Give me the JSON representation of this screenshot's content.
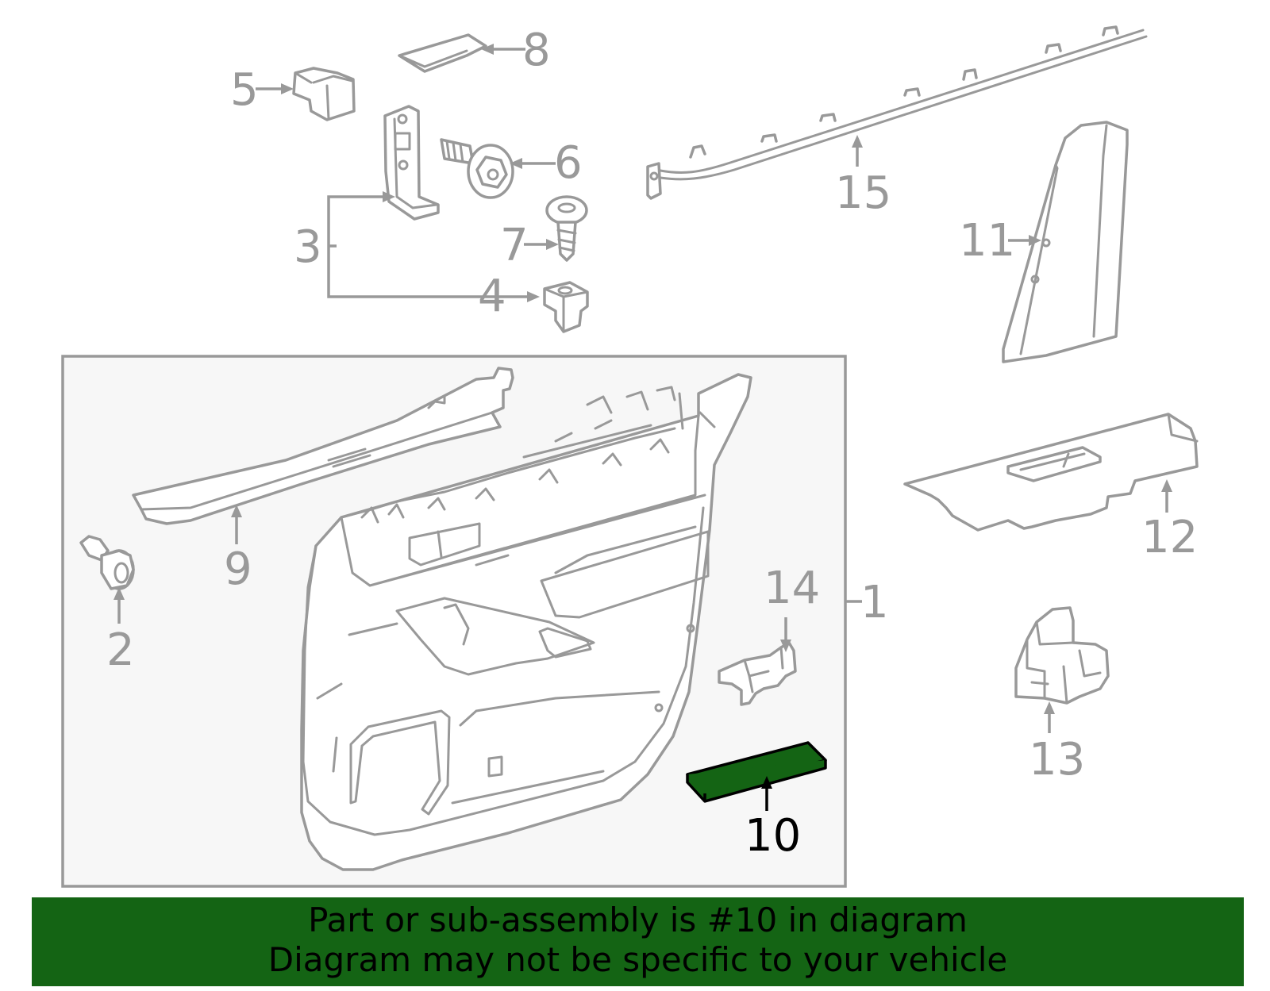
{
  "colors": {
    "line": "#999999",
    "highlight_fill": "#146414",
    "banner_bg": "#146414",
    "text": "#000000",
    "panel_bg": "#f7f7f7"
  },
  "callouts": {
    "c1": "1",
    "c2": "2",
    "c3": "3",
    "c4": "4",
    "c5": "5",
    "c6": "6",
    "c7": "7",
    "c8": "8",
    "c9": "9",
    "c10": "10",
    "c11": "11",
    "c12": "12",
    "c13": "13",
    "c14": "14",
    "c15": "15"
  },
  "highlighted_part": "10",
  "banner": {
    "line1": "Part or sub-assembly is #10 in diagram",
    "line2": "Diagram may not be specific to your vehicle"
  }
}
